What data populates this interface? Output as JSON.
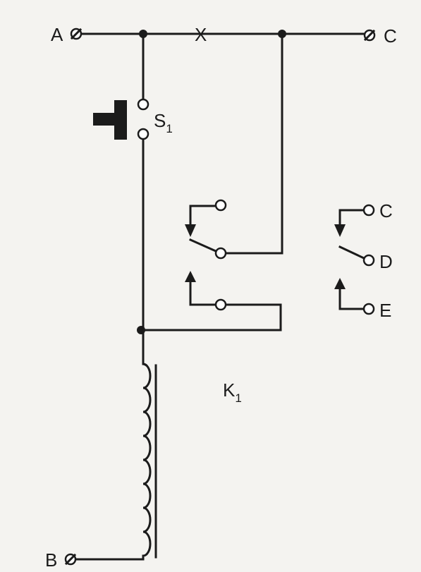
{
  "diagram": {
    "terminal_a": "A",
    "terminal_b": "B",
    "terminal_c_top": "C",
    "terminal_c_contact": "C",
    "terminal_d": "D",
    "terminal_e": "E",
    "break_mark": "X",
    "switch_label": "S",
    "switch_subscript": "1",
    "relay_label": "K",
    "relay_subscript": "1"
  }
}
